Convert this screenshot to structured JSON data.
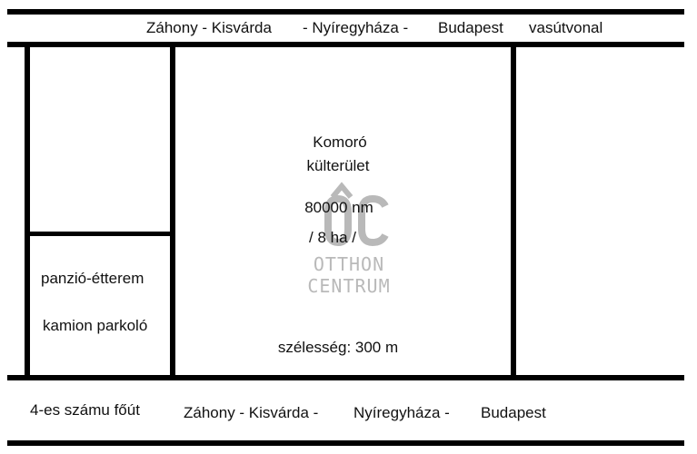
{
  "railway": {
    "part1": "Záhony - Kisvárda",
    "part2": "- Nyíregyháza -",
    "part3": "Budapest",
    "part4": "vasútvonal"
  },
  "plot": {
    "name_line1": "Komoró",
    "name_line2": "külterület",
    "area_nm": "80000 nm",
    "area_ha": "/ 8 ha /",
    "width": "szélesség: 300 m"
  },
  "left_parcel": {
    "line1": "panzió-étterem",
    "line2": "kamion parkoló"
  },
  "road": {
    "name": "4-es számu főút",
    "part1": "Záhony - Kisvárda -",
    "part2": "Nyíregyháza -",
    "part3": "Budapest"
  },
  "watermark": {
    "logo": "OC",
    "line1": "OTTHON",
    "line2": "CENTRUM"
  }
}
